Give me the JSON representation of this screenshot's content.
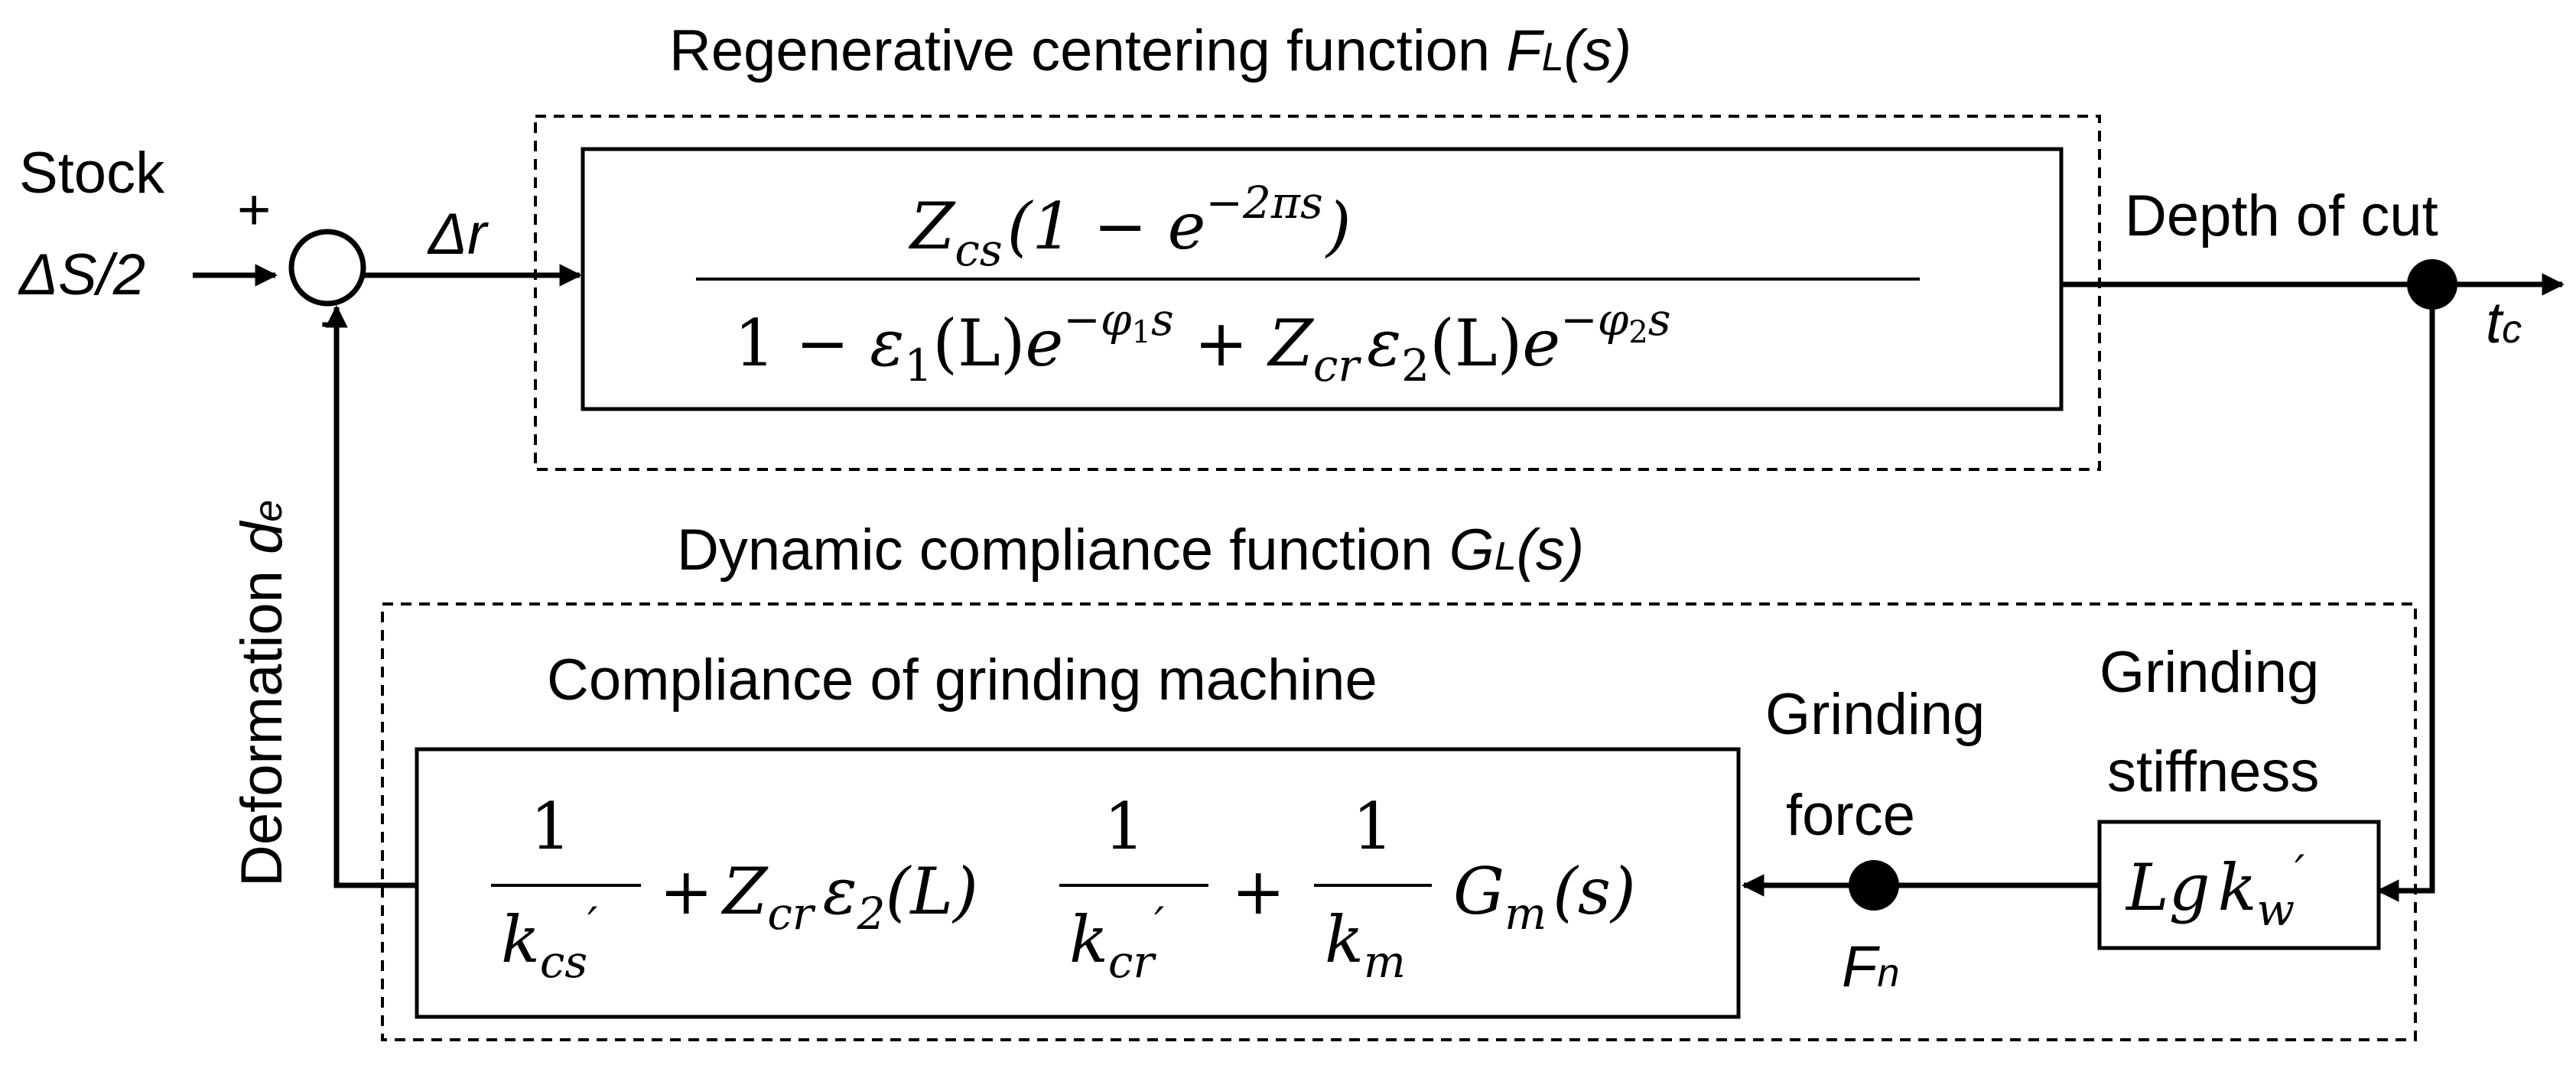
{
  "labels": {
    "regen_title": "Regenerative centering function ",
    "regen_title_func": "F",
    "regen_title_sub": "L",
    "regen_title_args": "(s)",
    "dyn_title": "Dynamic compliance function ",
    "dyn_title_func": "G",
    "dyn_title_sub": "L",
    "dyn_title_args": "(s)",
    "machine_title": "Compliance of grinding machine",
    "stock": "Stock",
    "stock_value": "ΔS/2",
    "plus_sign": "+",
    "minus_sign": "-",
    "delta_r": "Δr",
    "depth_of_cut": "Depth of cut",
    "tc_main": "t",
    "tc_sub": "c",
    "deformation": "Deformation ",
    "de_main": "d",
    "de_sub": "e",
    "grinding_force_line1": "Grinding",
    "grinding_force_line2": "force",
    "fn_main": "F",
    "fn_sub": "n",
    "grinding_stiffness_line1": "Grinding",
    "grinding_stiffness_line2": "stiffness"
  },
  "equations": {
    "regen_numerator": {
      "Z": "Z",
      "Z_sub": "cs",
      "open": "(1 − ",
      "e": "e",
      "exp": "−2πs",
      "close": ")"
    },
    "regen_denominator": {
      "one": "1 − ",
      "eps": "ε",
      "eps_sub": "1",
      "L1": "(L)",
      "e1": "e",
      "exp1_phi": "−φ",
      "exp1_sub": "1",
      "exp1_s": "s",
      "plus": " + ",
      "Z": "Z",
      "Z_sub": "cr",
      "eps2": "ε",
      "eps2_sub": "2",
      "L2": "(L)",
      "e2": "e",
      "exp2_phi": "−φ",
      "exp2_sub": "2",
      "exp2_s": "s"
    },
    "machine": {
      "num1": "1",
      "den1_k": "k",
      "den1_sub": "cs",
      "den1_prime": "′",
      "plus1": "+",
      "Z": "Z",
      "Z_sub": "cr",
      "eps": "ε",
      "eps_sub": "2",
      "L": "(L)",
      "num2": "1",
      "den2_k": "k",
      "den2_sub": "cr",
      "den2_prime": "′",
      "plus2": "+",
      "num3": "1",
      "den3_k": "k",
      "den3_sub": "m",
      "G": "G",
      "G_sub": "m",
      "G_args": "(s)"
    },
    "stiffness": {
      "Lg": "Lg",
      "k": "k",
      "k_sub": "w",
      "prime": "′"
    }
  }
}
